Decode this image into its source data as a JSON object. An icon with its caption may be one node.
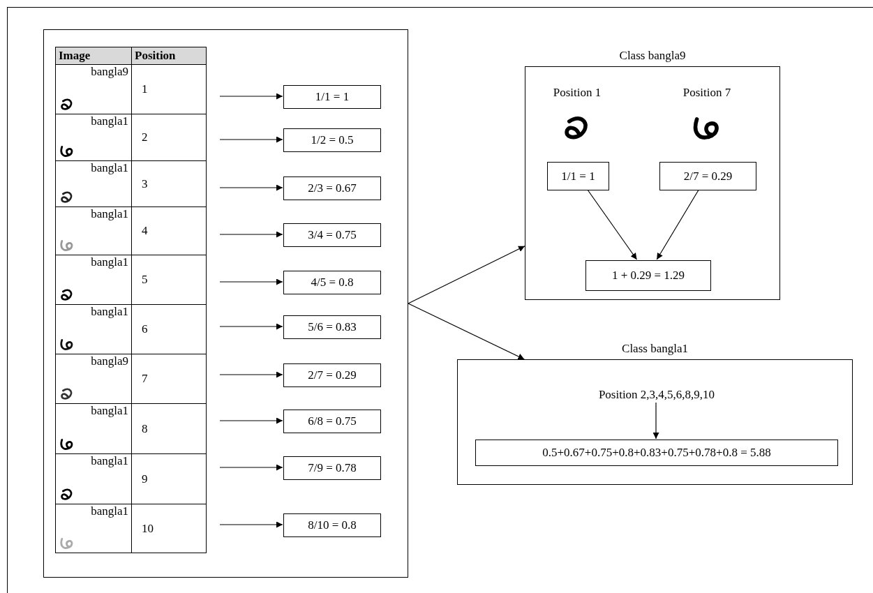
{
  "diagram": {
    "nodes": [
      {
        "text": [],
        "shape": "box"
      },
      {
        "text": [
          "1/1 = 1"
        ],
        "in": 0
      },
      {
        "text": [
          "1/2 = 0.5"
        ],
        "in": 0
      },
      {
        "text": [
          "2/3 = 0.67"
        ],
        "in": 0
      },
      {
        "text": [
          "3/4 = 0.75"
        ],
        "in": 0
      },
      {
        "text": [
          "4/5 = 0.8"
        ],
        "in": 0
      },
      {
        "text": [
          "5/6 = 0.83"
        ],
        "in": 0
      },
      {
        "text": [
          "2/7 = 0.29"
        ],
        "in": 0
      },
      {
        "text": [
          "6/8 = 0.75"
        ],
        "in": 0
      },
      {
        "text": [
          "7/9 = 0.78"
        ],
        "in": 0
      },
      {
        "text": [
          "8/10 = 0.8"
        ],
        "in": 0
      },
      {
        "text": [
          "Class bangla9"
        ]
      },
      {
        "text": [
          "1/1 = 1"
        ],
        "in": 11
      },
      {
        "text": [
          "2/7 = 0.29"
        ],
        "in": 11
      },
      {
        "text": [
          "1 + 0.29 = 1.29"
        ],
        "in": 11
      },
      {
        "text": [
          "Class bangla1"
        ]
      },
      {
        "text": [
          "Position 2,3,4,5,6,8,9,10"
        ],
        "in": 15
      },
      {
        "text": [
          "0.5+0.67+0.75+0.8+0.83+0.75+0.78+0.8 = 5.88"
        ],
        "in": 15
      }
    ],
    "edges": [
      {
        "from": null,
        "to": 1,
        "arrow": "to"
      },
      {
        "from": null,
        "to": 2,
        "arrow": "to"
      },
      {
        "from": null,
        "to": 3,
        "arrow": "to"
      },
      {
        "from": null,
        "to": 4,
        "arrow": "to"
      },
      {
        "from": null,
        "to": 5,
        "arrow": "to"
      },
      {
        "from": null,
        "to": 6,
        "arrow": "to"
      },
      {
        "from": null,
        "to": 7,
        "arrow": "to"
      },
      {
        "from": null,
        "to": 8,
        "arrow": "to"
      },
      {
        "from": null,
        "to": 9,
        "arrow": "to"
      },
      {
        "from": null,
        "to": 10,
        "arrow": "to"
      },
      {
        "from": 0,
        "to": 11,
        "arrow": "to"
      },
      {
        "from": 0,
        "to": 15,
        "arrow": "to"
      },
      {
        "from": 12,
        "to": 14,
        "arrow": "to"
      },
      {
        "from": 13,
        "to": 14,
        "arrow": "to"
      },
      {
        "from": 16,
        "to": 17,
        "arrow": "to"
      }
    ],
    "labels": [
      "Image",
      "Position",
      "bangla9",
      "1",
      "bangla1",
      "2",
      "bangla1",
      "3",
      "bangla1",
      "4",
      "bangla1",
      "5",
      "bangla1",
      "6",
      "bangla9",
      "7",
      "bangla1",
      "8",
      "bangla1",
      "9",
      "bangla1",
      "10",
      "Position 1",
      "Position 7"
    ]
  }
}
